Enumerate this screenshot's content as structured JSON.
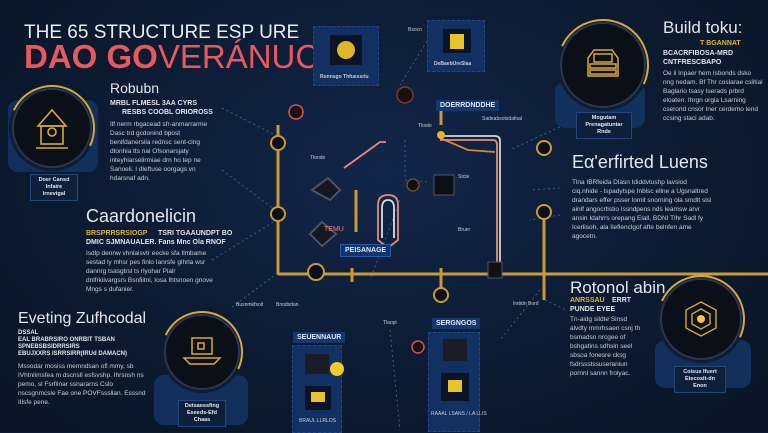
{
  "title": {
    "line1": "THE 65 STRUCTURE ESP URE",
    "line2_bold": "DAO GO",
    "line2_light": "VERÁNUC"
  },
  "colors": {
    "accent_red": "#e8595f",
    "gold": "#d8a93a",
    "navy": "#0c1a30",
    "badge_blue": "#143464"
  },
  "sections": {
    "robubn": {
      "heading": "Robubn",
      "sub1": "MRBL FLMESL 3AA CYRS",
      "sub2": "RESBS   COOBL ORIOROSS",
      "body": "Ilf nerm rbgacead sfr-anmarrarme Dasc trd gcdonind bpost benifdanersila rednsc sent-clng dtonhia tts nal Ofsonarsjaty inteyhiarselirmiae drn ho tep ne Sanoeli. I dleftuse oorgags vn hdarsnaf adn.",
      "icon": "temple-icon",
      "label1": "Doer Cansd",
      "label2": "Infaire Irnevigal"
    },
    "build": {
      "heading": "Build toku:",
      "sub_y": "T BGANNAT",
      "sub1": "BCACRFIBOSA-MRD",
      "sub2": "CNTFRESCBAPO",
      "body": "Oe li Inpaer hem Isbonds dsko nng nedam. Bf Thr coslarae cslitial Baglario tsasy Iserads prbrd eloaten. Ihrgn orgia Lsarning cserond cnsor Iner cerdemo lend ccsing staci adab.",
      "icon": "server-stack-icon",
      "label1": "Mogutam",
      "label2": "Prenagatuntar Rnde"
    },
    "experted": {
      "heading": "Eα'erfirted Luens",
      "body": "Tlna IBRfeida Dlasn Ididdvtushp lavsiod ciq.nhide - lspadytspe Inblsc ellne a Ugsnaltred drandars effer psser lomit snorning ola smdlt slsl ainlf angocrtistio Issndpens nds Ieamsw arvr ansin Idahrrs orepang Elall, BDNI Tlhr Sadl fy Icerlisoh, ala Ileflenclgof afte belnfen ame agocetn."
    },
    "caardonelicin": {
      "heading": "Caardonelicin",
      "sub_y": "BRSPRRSRSIOGP",
      "sub1": "TSRI TGAAUNDPT BO",
      "sub2": "DMIC SJMNAUALER. Fans Mnc Ola RNOF",
      "body": "Isdlp dennw vhnlaisvtr eecke sfa Ilmbame sestad ly mhsr pes finlo Ianrsfe glhrla wsr dannrg tsasgtrsl ts rlyohar Pialr dnlfrkiivargsrs Bsnfiitnl, Iosa Ihtsnoen gnove Mngs s dufanier."
    },
    "eveting": {
      "heading": "Eveting Zufhcodal",
      "sub1": "DSSAL",
      "sub2": "EAL  BRABRSIRO ONRBIT TSBAN",
      "sub3": "SPNEBSBSIDRRSIRS",
      "sub4": "EBUJXXRS ISRRSIRR(IRUd DAMACN)",
      "body": "Mssodar mosiss memndsan ofl mmy, sb IVhtnlimsfea m dscnsll esfsvshp. Ihrsnsh ns pemo, sl Fsrfilnar ssnararns Cslo nscsgnmcsle Fae one POVFsssllan. Esssnd IIlsfe pene.",
      "icon": "laptop-icon",
      "label1": "Detsaessfing",
      "label2": "Eseeds-Efd Chaas"
    },
    "rotonol": {
      "heading": "Rotonol abin",
      "sub_y": "ANRSSAU",
      "sub1": "ERRT",
      "sub2": "PUNDE EYEE",
      "body": "Tn-aidg sildte Sinsd alvdty mmrhsaen csnj th bsmadsn nrcgee of bshgatins sdhsln seel sbsoa fonesre cksg fsdrssstssuseraniun pornnl sannn frolyac.",
      "icon": "hexagon-core-icon",
      "label1": "Coisus Ifuert",
      "label2": "Etecoslt-dn Enon"
    }
  },
  "cards": [
    {
      "label": "Runnsgo Thfuessrlu",
      "icon": "tool-icon"
    },
    {
      "label": "DeBaebUreSlaa",
      "icon": "document-icon"
    },
    {
      "label": "SEUENNAUR",
      "caption": "BRAUL LLRLOS",
      "icon": "block-icon"
    },
    {
      "label": "SERGNGOS",
      "caption": "RAAAL LSANS / LA LLIS",
      "icon": "chest-icon"
    }
  ],
  "network": {
    "tags": [
      "DOERRDNDDHE",
      "PEISANAGE",
      "TEMU"
    ],
    "mini": [
      "Tlondo",
      "Tlosto",
      "Stcte",
      "Bruer",
      "Busnmkfsoit",
      "Bnodsdan",
      "Irstidn Bord",
      "Tlaopi",
      "Sadeabsotsdafoal",
      "Bsocn"
    ]
  }
}
